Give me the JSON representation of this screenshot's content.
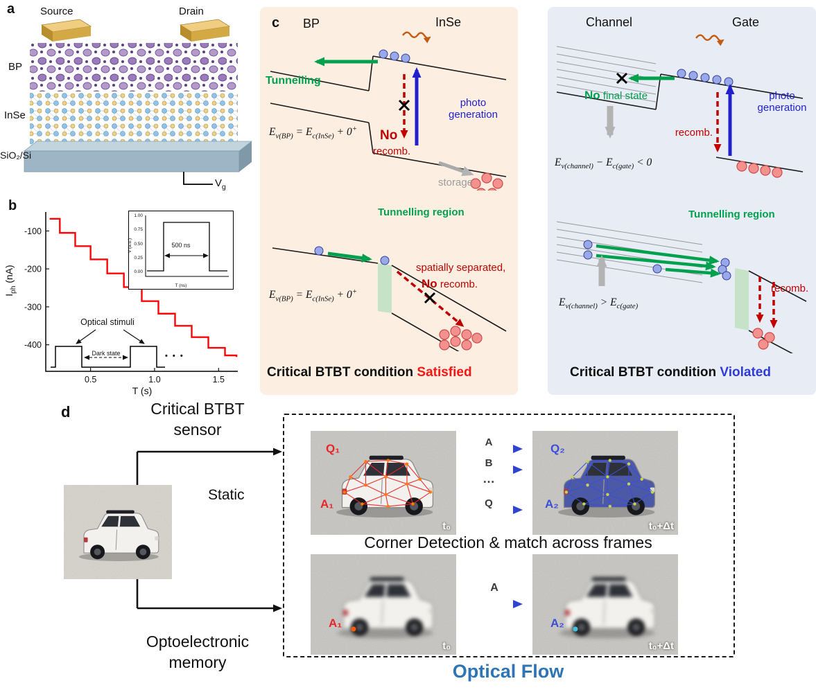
{
  "panel_a": {
    "label": "a",
    "source_label": "Source",
    "drain_label": "Drain",
    "layer_bp": "BP",
    "layer_inse": "InSe",
    "layer_substrate": "SiO₂/Si",
    "gate": {
      "main": "V",
      "sub": "g"
    }
  },
  "panel_b": {
    "label": "b",
    "ylabel": {
      "main": "I",
      "sub": "ph",
      "units": " (nA)"
    },
    "xlabel": "T (s)",
    "annotations": {
      "optical_stimuli": "Optical stimuli",
      "dark_state": "Dark state",
      "ellipsis": "• • •"
    },
    "inset": {
      "width_label": "500 ns",
      "ylabel": "V (a.u.)",
      "xlabel": "T (ns)",
      "yticks": [
        "1.00",
        "0.75",
        "0.50",
        "0.25",
        "0.00"
      ]
    },
    "chart_data": {
      "type": "line",
      "title": "",
      "xlabel": "T (s)",
      "ylabel": "Iph (nA)",
      "xlim": [
        0.15,
        1.65
      ],
      "ylim": [
        -470,
        -50
      ],
      "xticks": [
        "0.5",
        "1.0",
        "1.5"
      ],
      "yticks": [
        "-100",
        "-200",
        "-300",
        "-400"
      ],
      "grid": false,
      "series": [
        {
          "name": "stepwise photocurrent under optical pulses",
          "color": "#fb0505",
          "steps": [
            [
              0.18,
              -68
            ],
            [
              0.26,
              -105
            ],
            [
              0.38,
              -140
            ],
            [
              0.5,
              -175
            ],
            [
              0.63,
              -212
            ],
            [
              0.76,
              -248
            ],
            [
              0.9,
              -285
            ],
            [
              1.03,
              -318
            ],
            [
              1.16,
              -350
            ],
            [
              1.29,
              -380
            ],
            [
              1.42,
              -408
            ],
            [
              1.55,
              -428
            ],
            [
              1.64,
              -432
            ]
          ]
        }
      ]
    }
  },
  "panel_c": {
    "label": "c",
    "left": {
      "header_left": "BP",
      "header_right": "InSe",
      "tunnelling": "Tunnelling",
      "no": "No",
      "recomb": "recomb.",
      "photo_generation": "photo generation",
      "storage": "storage",
      "tunnelling_region": "Tunnelling region",
      "spatially_separated": "spatially separated,",
      "no2": "No",
      "recomb2": " recomb.",
      "eq": {
        "e1": "E",
        "s1": "v(BP)",
        "op": " = ",
        "e2": "E",
        "s2": "c(InSe)",
        "tail": " + 0",
        "sup": "+"
      },
      "caption_prefix": "Critical BTBT condition ",
      "caption_highlight": "Satisfied",
      "highlight_color": "#ff1414",
      "bg_color": "#fcefe2"
    },
    "right": {
      "header_left": "Channel",
      "header_right": "Gate",
      "no": "No",
      "final_state": " final state",
      "recomb_top": "recomb.",
      "photo_generation": "photo generation",
      "eq_top": {
        "e1": "E",
        "s1": "v(channel)",
        "op": " − ",
        "e2": "E",
        "s2": "c(gate)",
        "tail": " < 0"
      },
      "tunnelling_region": "Tunnelling region",
      "recomb_bottom": "recomb.",
      "eq_bottom": {
        "e1": "E",
        "s1": "v(channel)",
        "op": " > ",
        "e2": "E",
        "s2": "c(gate)",
        "tail": ""
      },
      "caption_prefix": "Critical BTBT condition ",
      "caption_highlight": "Violated",
      "highlight_color": "#2e3bd6",
      "bg_color": "#e8ecf5"
    }
  },
  "panel_d": {
    "label": "d",
    "branch_top": [
      "Critical BTBT",
      "sensor"
    ],
    "branch_bottom": [
      "Optoelectronic",
      "memory"
    ],
    "static_label": "Static",
    "frames": {
      "f1": {
        "q": "Q₁",
        "a": "A₁",
        "t": "t₀"
      },
      "f2": {
        "q": "Q₂",
        "a": "A₂",
        "t": "t₀+Δt"
      },
      "f3": {
        "a": "A₁",
        "t": "t₀"
      },
      "f4": {
        "a": "A₂",
        "t": "t₀+Δt"
      }
    },
    "match_labels": [
      "A",
      "B",
      "⋯",
      "Q"
    ],
    "flow_label": "A",
    "caption": "Corner Detection & match across frames",
    "title": "Optical Flow",
    "title_color": "#2e75b6"
  }
}
